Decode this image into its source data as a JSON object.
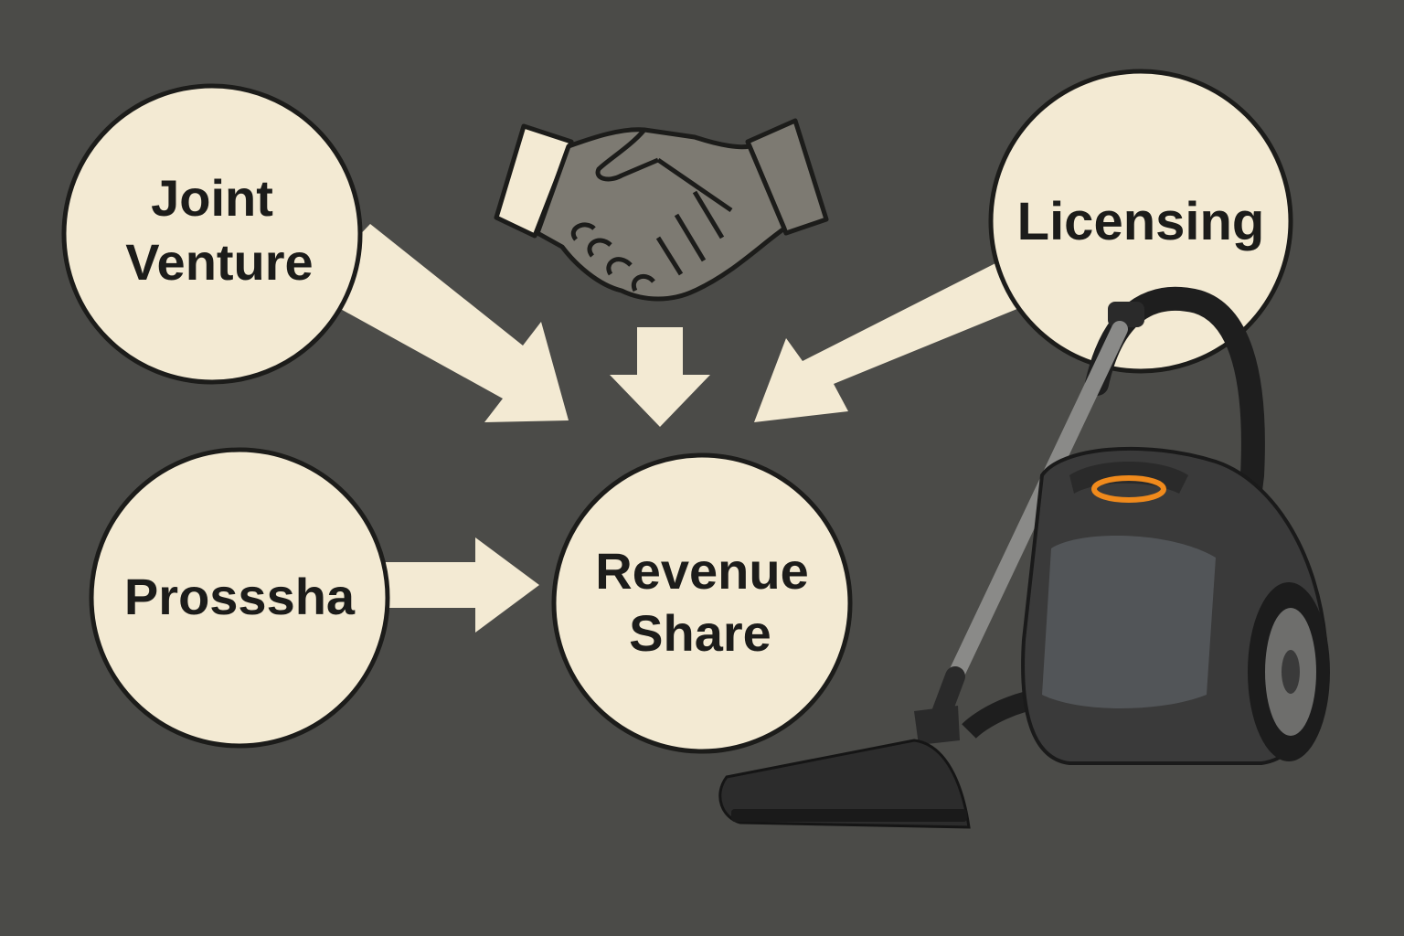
{
  "nodes": {
    "joint_venture": {
      "line1": "Joint",
      "line2": "Venture"
    },
    "licensing": {
      "label": "Licensing"
    },
    "prosssha": {
      "label": "Prosssha"
    },
    "revenue_share": {
      "line1": "Revenue",
      "line2": "Share"
    }
  },
  "colors": {
    "background": "#4b4b48",
    "circle_fill": "#f3ead3",
    "outline": "#1c1c1a",
    "arrow": "#f3ead3",
    "vacuum_accent": "#f08a1c"
  }
}
